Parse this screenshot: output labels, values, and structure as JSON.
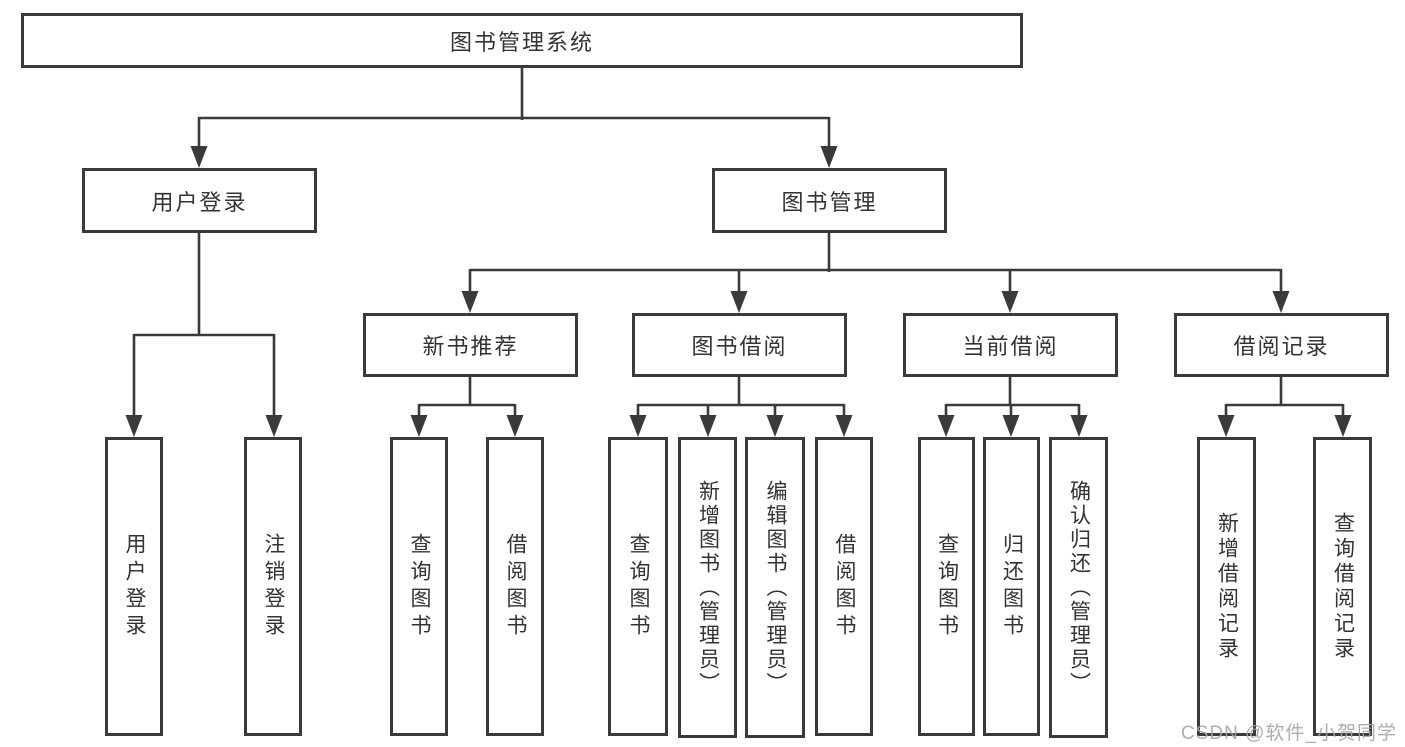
{
  "tree": {
    "root": {
      "label": "图书管理系统"
    },
    "user_login": {
      "label": "用户登录",
      "children": [
        {
          "label": "用户登录"
        },
        {
          "label": "注销登录"
        }
      ]
    },
    "book_management": {
      "label": "图书管理",
      "sections": [
        {
          "label": "新书推荐",
          "children": [
            {
              "label": "查询图书"
            },
            {
              "label": "借阅图书"
            }
          ]
        },
        {
          "label": "图书借阅",
          "children": [
            {
              "label": "查询图书"
            },
            {
              "label": "新增图书（管理员）"
            },
            {
              "label": "编辑图书（管理员）"
            },
            {
              "label": "借阅图书"
            }
          ]
        },
        {
          "label": "当前借阅",
          "children": [
            {
              "label": "查询图书"
            },
            {
              "label": "归还图书"
            },
            {
              "label": "确认归还（管理员）"
            }
          ]
        },
        {
          "label": "借阅记录",
          "children": [
            {
              "label": "新增借阅记录"
            },
            {
              "label": "查询借阅记录"
            }
          ]
        }
      ]
    }
  },
  "watermark": "CSDN @软件_小贺同学",
  "colors": {
    "line": "#3a3a3a",
    "box_border": "#3a3a3a",
    "text": "#333333",
    "background": "#ffffff",
    "watermark": "#a4a4a4"
  }
}
